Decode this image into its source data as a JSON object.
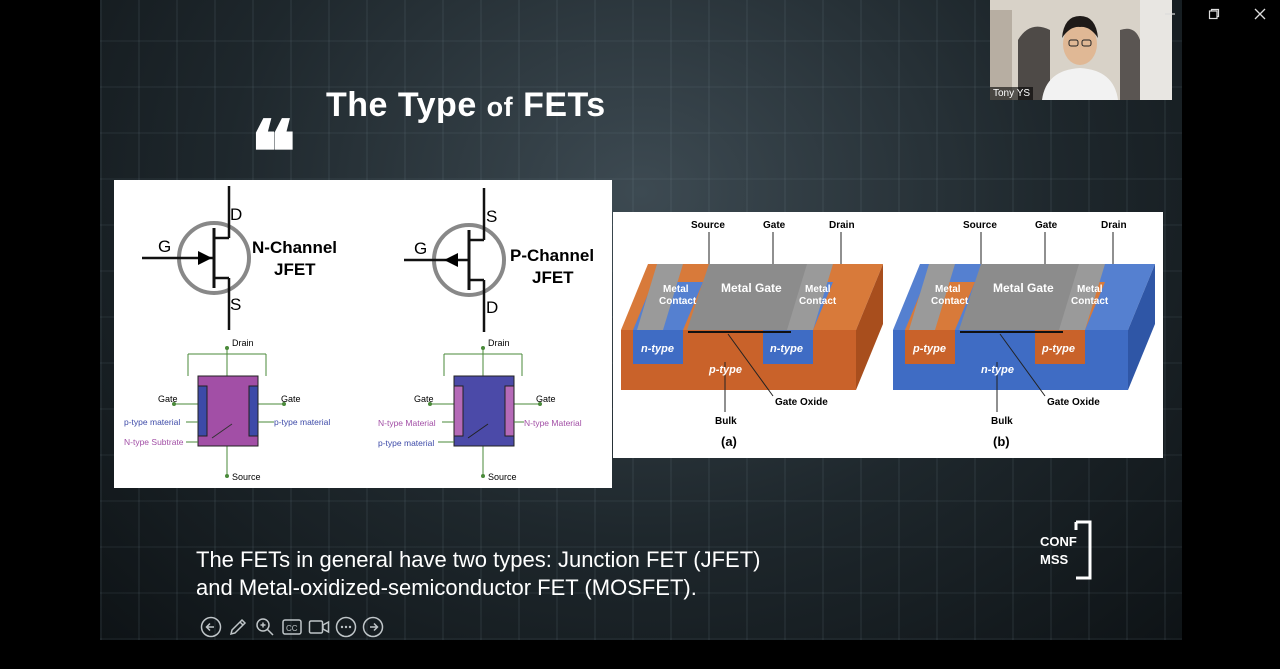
{
  "slide": {
    "title_big": "The Type ",
    "title_small": "of",
    "title_end": " FETs",
    "caption_line1": "The FETs in general have two types: Junction FET (JFET)",
    "caption_line2": "and Metal-oxidized-semiconductor FET (MOSFET).",
    "logo_top": "CONF",
    "logo_bottom": "MSS"
  },
  "jfet": {
    "n_title1": "N-Channel",
    "n_title2": "JFET",
    "p_title1": "P-Channel",
    "p_title2": "JFET",
    "gate_symbol": "G",
    "drain_symbol": "D",
    "source_symbol": "S",
    "drain": "Drain",
    "source": "Source",
    "gate": "Gate",
    "n_label_ptype": "p-type material",
    "n_label_ntype_sub": "N-type Subtrate",
    "p_label_ntype": "N-type Material",
    "p_label_ptype": "p-type material",
    "colors": {
      "n_body": "#a24fa6",
      "n_gate": "#3d4aa8",
      "p_body": "#4b4aa8",
      "p_gate": "#a24fa6",
      "arrow": "#000000"
    }
  },
  "mosfet": {
    "source": "Source",
    "gate": "Gate",
    "drain": "Drain",
    "metal": "Metal",
    "contact": "Contact",
    "metal_gate": "Metal Gate",
    "gate_oxide": "Gate Oxide",
    "bulk": "Bulk",
    "a_well": "n-type",
    "a_sub": "p-type",
    "b_well": "p-type",
    "b_sub": "n-type",
    "label_a": "(a)",
    "label_b": "(b)",
    "colors": {
      "orange": "#c9622a",
      "blue": "#3f6cc4",
      "metal": "#8c8c8c"
    }
  },
  "video": {
    "name": "Tony YS"
  },
  "controls": [
    "prev-icon",
    "pen-icon",
    "zoom-icon",
    "cc-icon",
    "video-icon",
    "more-icon",
    "next-icon"
  ]
}
